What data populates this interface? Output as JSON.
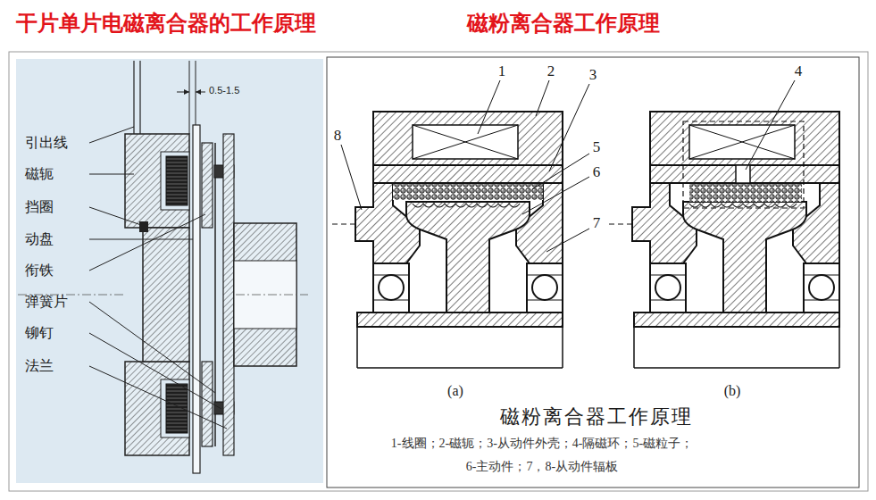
{
  "diagram": {
    "caption": "磁粉离合器工作原理",
    "labels": [
      "干片单片电磁离合器的工作原理",
      "磁粉离合器工作原理",
      "0.5-1.5",
      "引出线",
      "磁轭",
      "挡圈",
      "动盘",
      "衔铁",
      "弹簧片",
      "铆钉",
      "法兰",
      "1",
      "2",
      "3",
      "4",
      "5",
      "6",
      "7",
      "8",
      "(a)",
      "(b)",
      "1-线圈；2-磁轭；3-从动件外壳；4-隔磁环；5-磁粒子；",
      "6-主动件；7，8-从动件辐板"
    ]
  }
}
